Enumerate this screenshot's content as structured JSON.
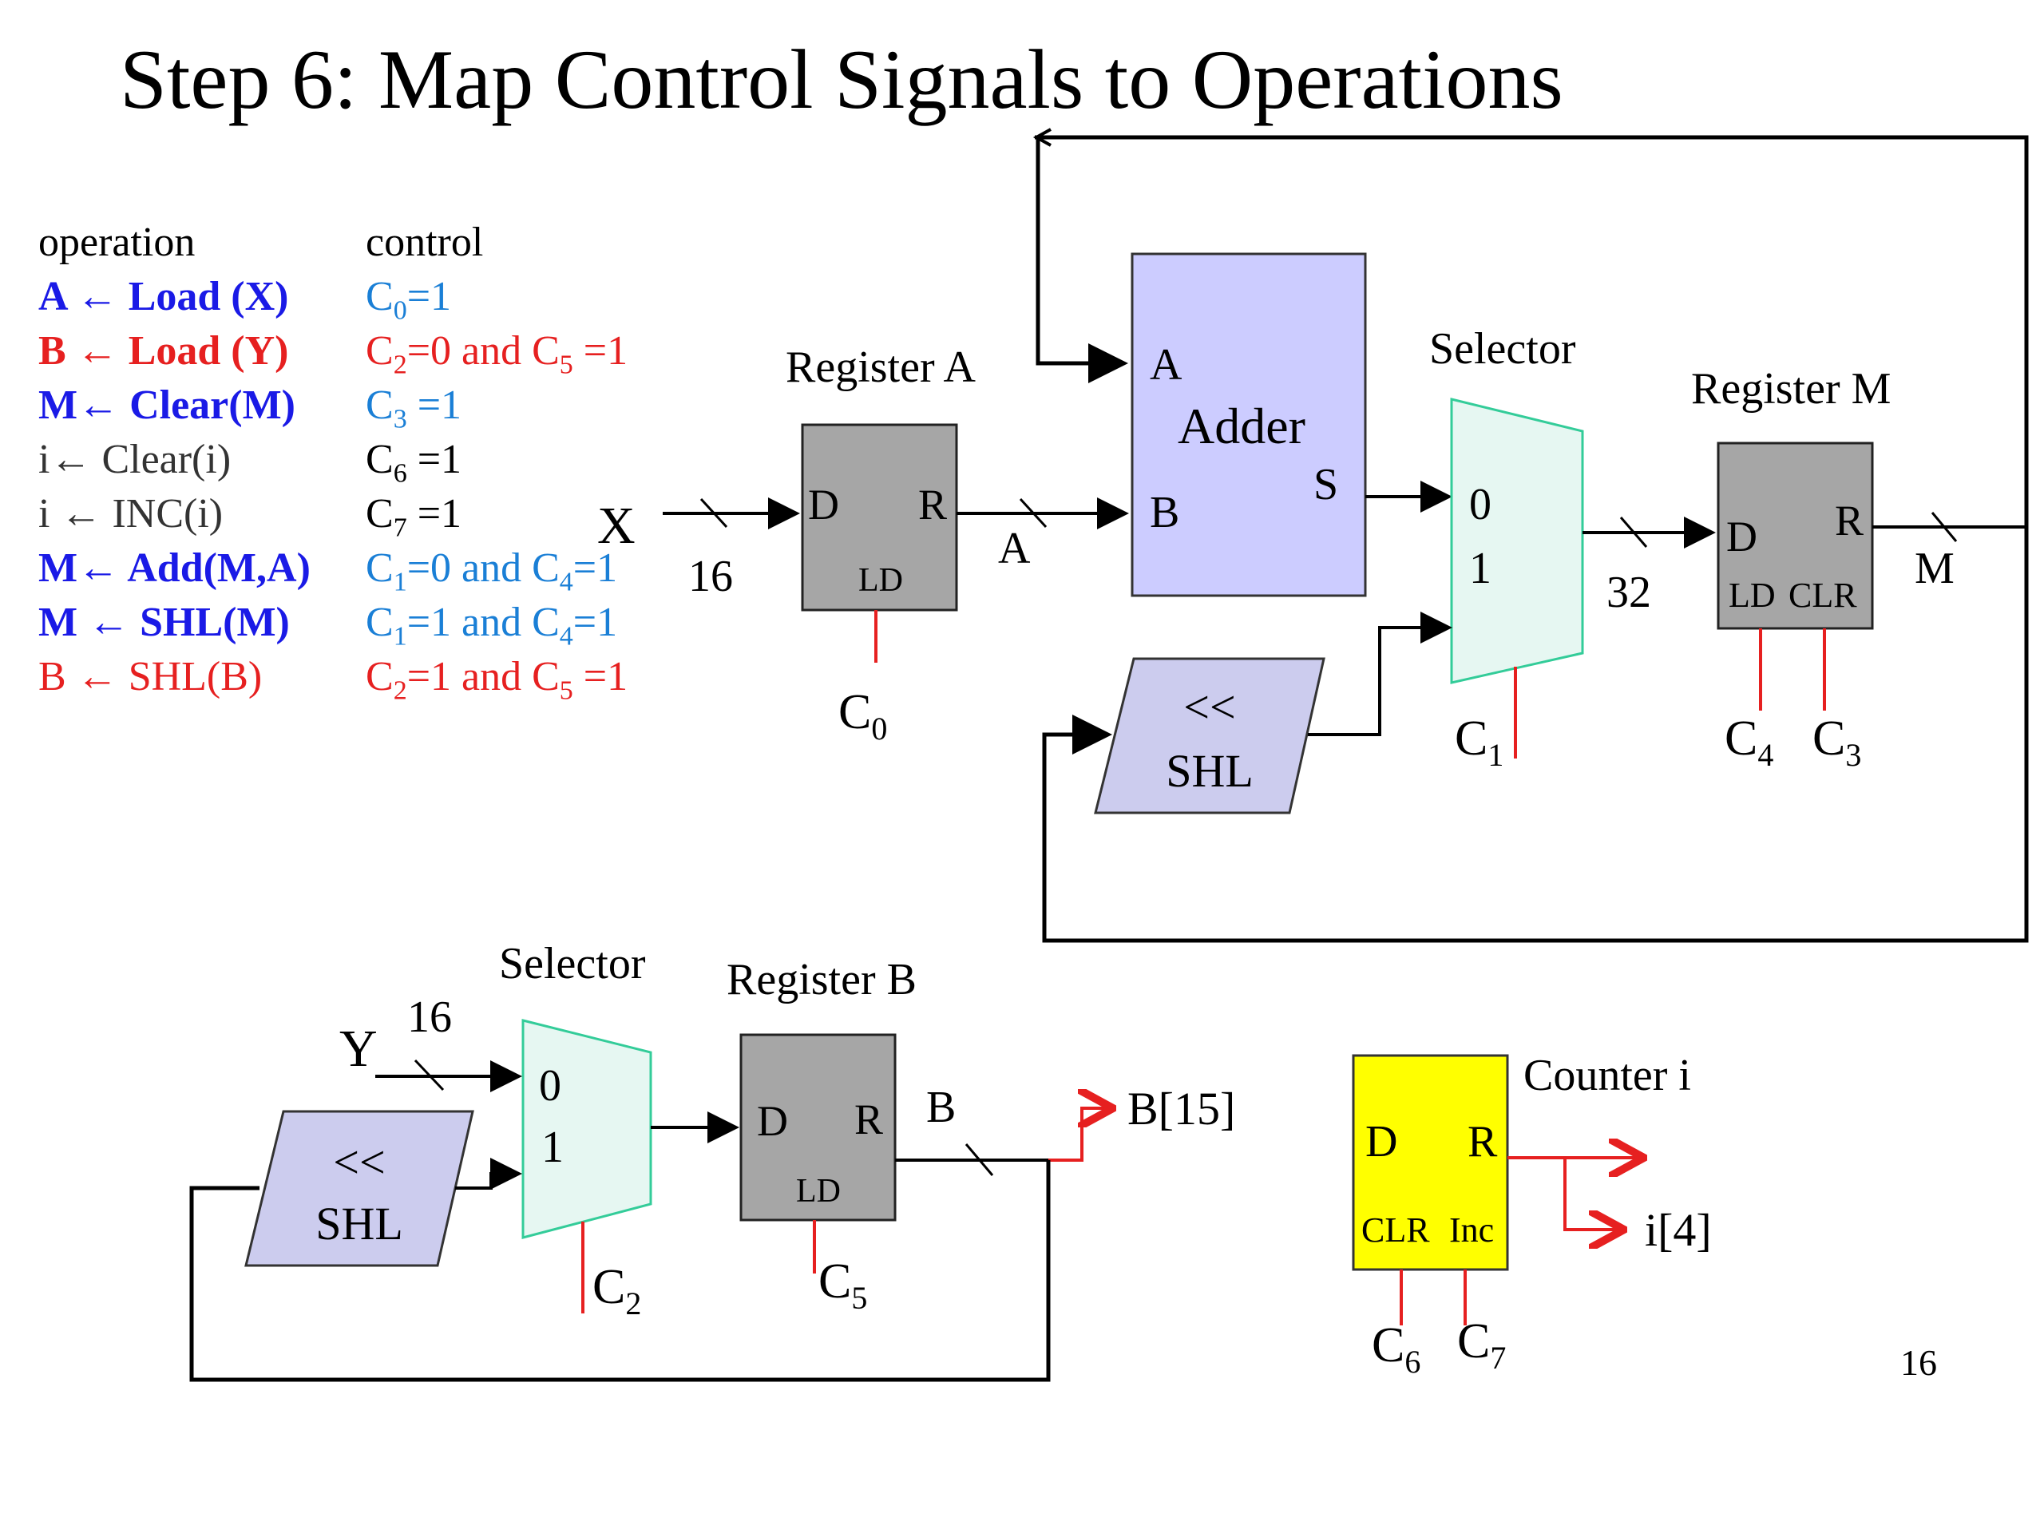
{
  "title": "Step 6: Map Control Signals to Operations",
  "table": {
    "header_operation": "operation",
    "header_control": "control",
    "rows": [
      {
        "op_pre": "A ",
        "op_post": " Load (X)",
        "control": "C",
        "sub": "0",
        "ctl_post": "=1",
        "ctl_and": "",
        "sub2": "",
        "ctl_post2": "",
        "op_color": "#1a1ae6",
        "ctl_color": "#1a7fd6",
        "bold": true
      },
      {
        "op_pre": "B ",
        "op_post": " Load (Y)",
        "control": "C",
        "sub": "2",
        "ctl_post": "=0 and C",
        "sub2": "5",
        "ctl_post2": " =1",
        "op_color": "#e62020",
        "ctl_color": "#e62020",
        "bold": true
      },
      {
        "op_pre": "M",
        "op_post": " Clear(M)",
        "control": "C",
        "sub": "3",
        "ctl_post": " =1",
        "sub2": "",
        "ctl_post2": "",
        "op_color": "#1a1ae6",
        "ctl_color": "#1a7fd6",
        "bold": true
      },
      {
        "op_pre": "i",
        "op_post": " Clear(i)",
        "control": "C",
        "sub": "6",
        "ctl_post": " =1",
        "sub2": "",
        "ctl_post2": "",
        "op_color": "#333333",
        "ctl_color": "#000000",
        "bold": false
      },
      {
        "op_pre": "i ",
        "op_post": " INC(i)",
        "control": "C",
        "sub": "7",
        "ctl_post": " =1",
        "sub2": "",
        "ctl_post2": "",
        "op_color": "#333333",
        "ctl_color": "#000000",
        "bold": false
      },
      {
        "op_pre": "M",
        "op_post": " Add(M,A)",
        "control": "C",
        "sub": "1",
        "ctl_post": "=0 and C",
        "sub2": "4",
        "ctl_post2": "=1",
        "op_color": "#1a1ae6",
        "ctl_color": "#1a7fd6",
        "bold": true
      },
      {
        "op_pre": "M ",
        "op_post": " SHL(M)",
        "control": "C",
        "sub": "1",
        "ctl_post": "=1 and C",
        "sub2": "4",
        "ctl_post2": "=1",
        "op_color": "#1a1ae6",
        "ctl_color": "#1a7fd6",
        "bold": true
      },
      {
        "op_pre": "B ",
        "op_post": " SHL(B)",
        "control": "C",
        "sub": "2",
        "ctl_post": "=1 and C",
        "sub2": "5",
        "ctl_post2": " =1",
        "op_color": "#e62020",
        "ctl_color": "#e62020",
        "bold": false
      }
    ]
  },
  "diagram": {
    "register_a": {
      "title": "Register A",
      "d": "D",
      "r": "R",
      "ld": "LD",
      "ctl": "C",
      "ctl_sub": "0",
      "input": "X",
      "width": "16",
      "out": "A"
    },
    "adder": {
      "title": "Adder",
      "in_a": "A",
      "in_b": "B",
      "out_s": "S"
    },
    "selector_top": {
      "title": "Selector",
      "in0": "0",
      "in1": "1",
      "ctl": "C",
      "ctl_sub": "1",
      "width": "32"
    },
    "register_m": {
      "title": "Register M",
      "d": "D",
      "r": "R",
      "ld": "LD",
      "clr": "CLR",
      "ctl_ld": "C",
      "ctl_ld_sub": "4",
      "ctl_clr": "C",
      "ctl_clr_sub": "3",
      "out": "M"
    },
    "shl_top": {
      "line1": "<<",
      "line2": "SHL"
    },
    "selector_bottom": {
      "title": "Selector",
      "in0": "0",
      "in1": "1",
      "ctl": "C",
      "ctl_sub": "2",
      "input": "Y",
      "width": "16"
    },
    "register_b": {
      "title": "Register B",
      "d": "D",
      "r": "R",
      "ld": "LD",
      "ctl": "C",
      "ctl_sub": "5",
      "out": "B",
      "bit_out": "B[15]"
    },
    "shl_bottom": {
      "line1": "<<",
      "line2": "SHL"
    },
    "counter": {
      "title": "Counter i",
      "d": "D",
      "r": "R",
      "clr": "CLR",
      "inc": "Inc",
      "ctl_clr": "C",
      "ctl_clr_sub": "6",
      "ctl_inc": "C",
      "ctl_inc_sub": "7",
      "bit_out": "i[4]"
    }
  },
  "page_number": "16",
  "colors": {
    "register": "#a6a6a6",
    "adder": "#ccccff",
    "selector": "#e6f7f2",
    "selector_stroke": "#33cc99",
    "shl": "#ccccee",
    "counter": "#ffff00",
    "control_line": "#e62020",
    "arrow": "#e62020"
  }
}
